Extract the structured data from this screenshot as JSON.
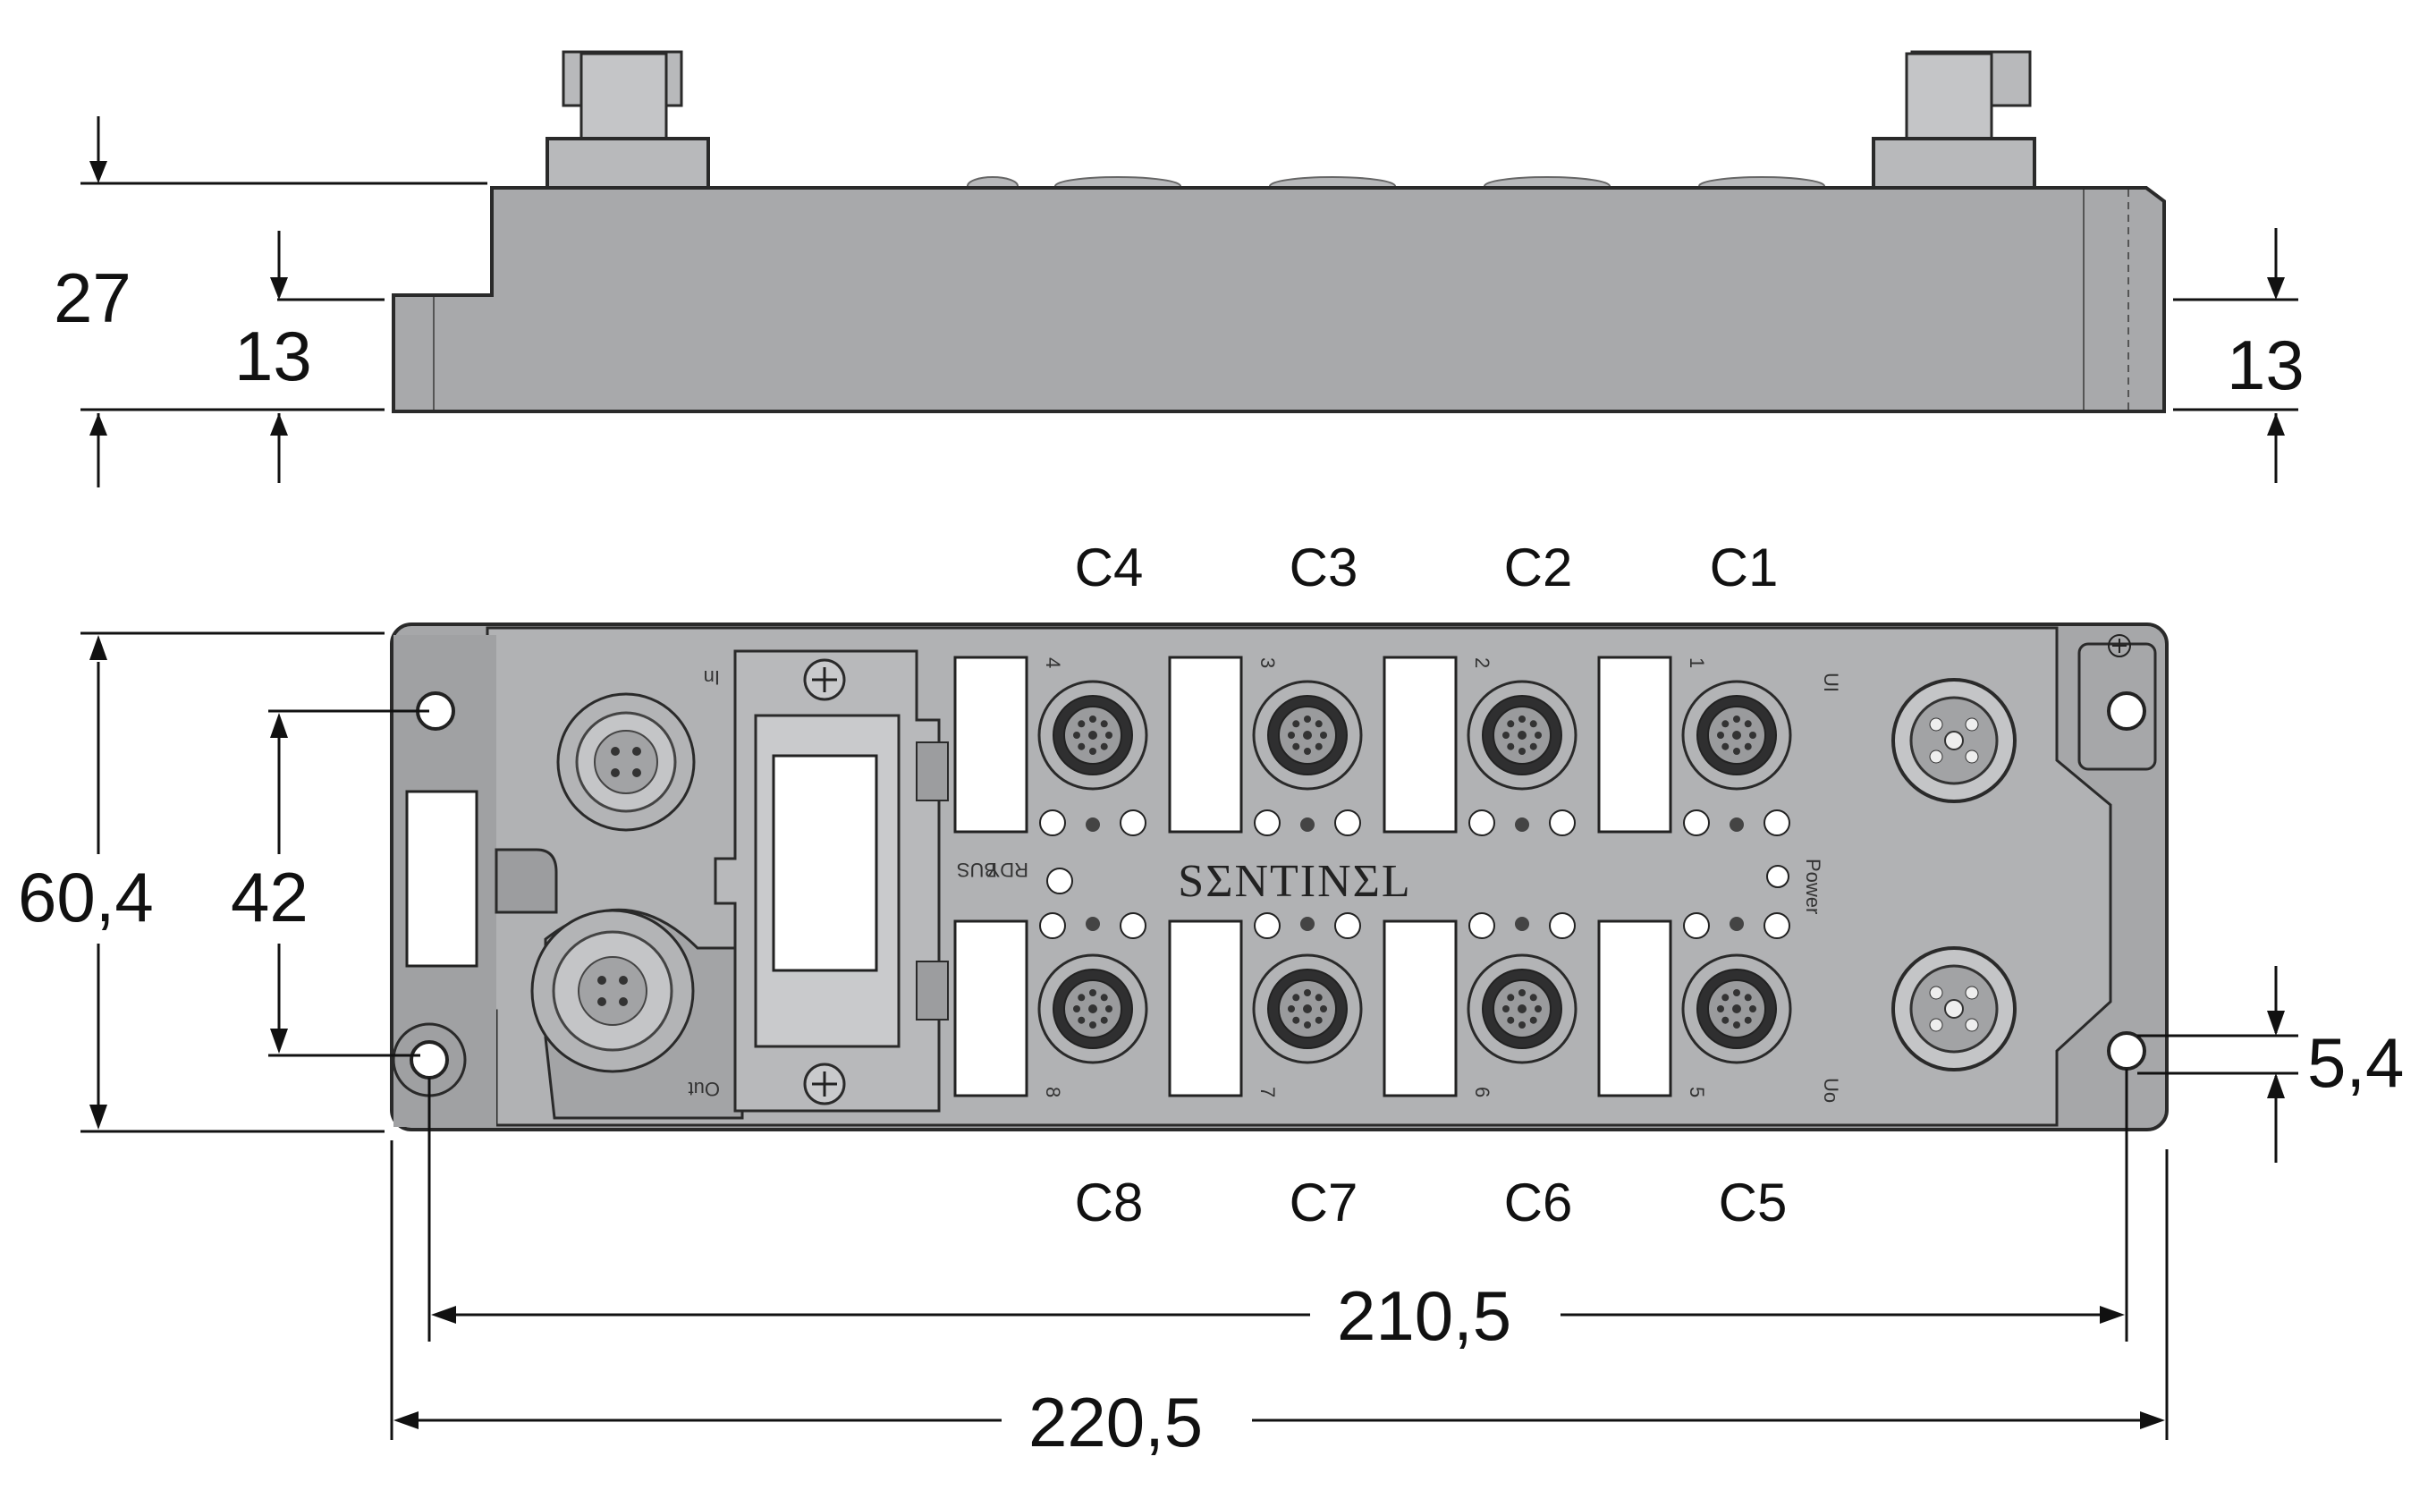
{
  "drawing": {
    "top_view_dims": {
      "total_height": "27",
      "left_step": "13",
      "right_step": "13"
    },
    "front_view_dims": {
      "height_total": "60,4",
      "hole_spacing_v": "42",
      "hole_offset": "5,4",
      "hole_spacing_h": "210,5",
      "total_width": "220,5"
    },
    "channels_top": [
      "C4",
      "C3",
      "C2",
      "C1"
    ],
    "channels_bottom": [
      "C8",
      "C7",
      "C6",
      "C5"
    ],
    "port_numbers_top": [
      "4",
      "3",
      "2",
      "1"
    ],
    "port_numbers_bottom": [
      "8",
      "7",
      "6",
      "5"
    ],
    "brand": "SΣNTINΣL",
    "labels": {
      "in": "In",
      "out": "Out",
      "rdy": "RDY",
      "bus": "BUS",
      "power": "Power",
      "ui": "UI",
      "uo": "Uo"
    }
  }
}
